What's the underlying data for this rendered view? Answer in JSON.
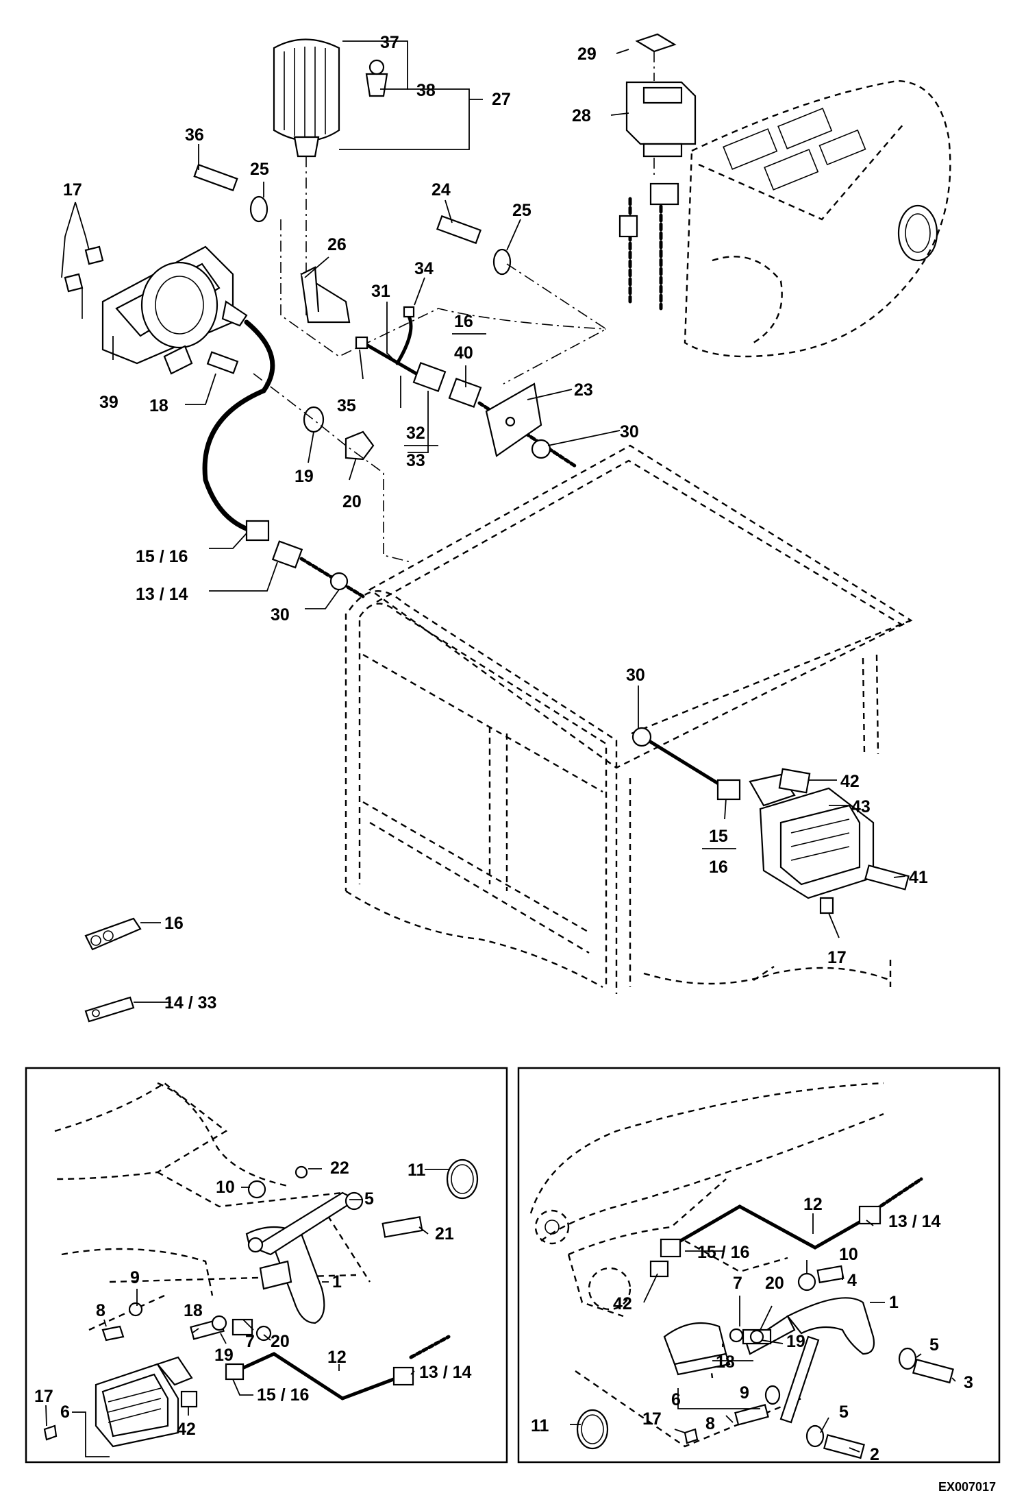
{
  "drawing_id": "EX007017",
  "main_view": {
    "callouts": {
      "c37": "37",
      "c38": "38",
      "c27": "27",
      "c29": "29",
      "c28": "28",
      "c36": "36",
      "c25a": "25",
      "c26": "26",
      "c24": "24",
      "c25b": "25",
      "c17a": "17",
      "c34": "34",
      "c31": "31",
      "c16_40_top": "16",
      "c16_40_bot": "40",
      "c39": "39",
      "c18": "18",
      "c35": "35",
      "c32_33_top": "32",
      "c32_33_bot": "33",
      "c23": "23",
      "c30a": "30",
      "c19": "19",
      "c20": "20",
      "c15_16a": "15 / 16",
      "c13_14a": "13 / 14",
      "c30b": "30",
      "c30c": "30",
      "c42": "42",
      "c43": "43",
      "c15_16b_top": "15",
      "c15_16b_bot": "16",
      "c41": "41",
      "c17b": "17",
      "c16_ref": "16",
      "c14_33_ref": "14 / 33"
    }
  },
  "detail_left": {
    "callouts": {
      "c22": "22",
      "c11": "11",
      "c10": "10",
      "c5": "5",
      "c21": "21",
      "c9": "9",
      "c1": "1",
      "c8": "8",
      "c18": "18",
      "c7": "7",
      "c20": "20",
      "c19": "19",
      "c12": "12",
      "c13_14": "13 / 14",
      "c17": "17",
      "c6": "6",
      "c42": "42",
      "c15_16": "15 / 16"
    }
  },
  "detail_right": {
    "callouts": {
      "c12": "12",
      "c13_14": "13 / 14",
      "c15_16": "15 / 16",
      "c10": "10",
      "c4": "4",
      "c7": "7",
      "c20": "20",
      "c1": "1",
      "c42": "42",
      "c5a": "5",
      "c3": "3",
      "c18": "18",
      "c19": "19",
      "c9": "9",
      "c6": "6",
      "c8": "8",
      "c5b": "5",
      "c11": "11",
      "c17": "17",
      "c2": "2"
    }
  }
}
